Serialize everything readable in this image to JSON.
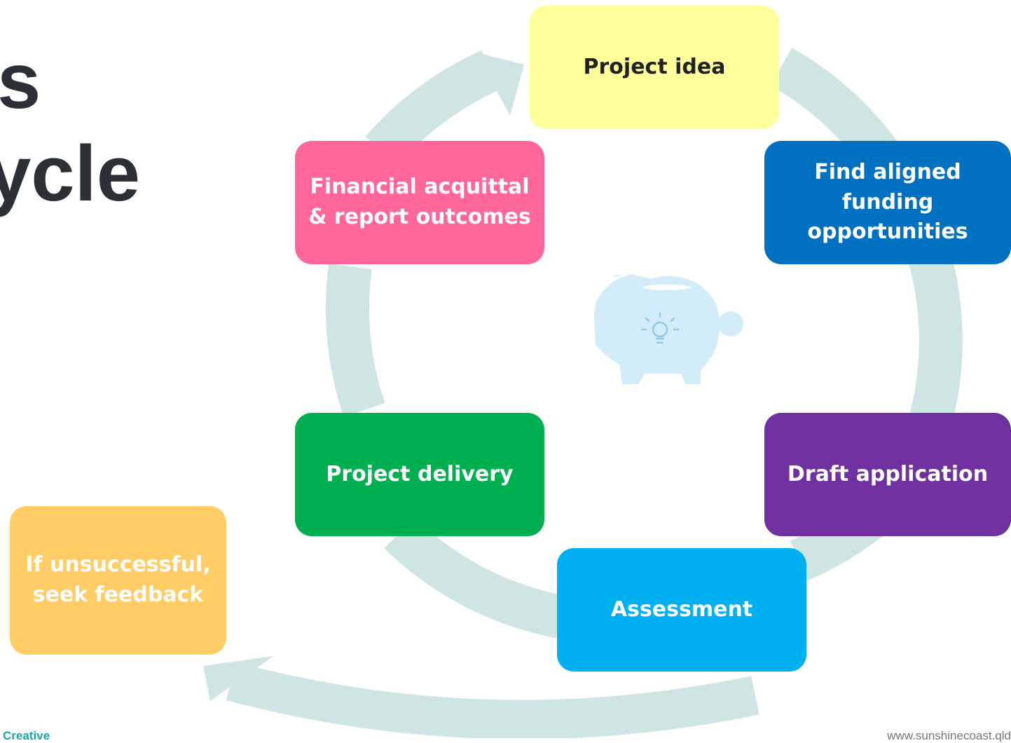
{
  "title": {
    "line1": "s",
    "line2": "ycle"
  },
  "steps": [
    {
      "id": "project-idea",
      "label": "Project idea",
      "color": "#FFFF99",
      "text_color": "#222222"
    },
    {
      "id": "find-funding",
      "label": "Find aligned\nfunding\nopportunities",
      "color": "#0070C0",
      "text_color": "#FFFFFF"
    },
    {
      "id": "draft-application",
      "label": "Draft application",
      "color": "#7030A0",
      "text_color": "#FFFFFF"
    },
    {
      "id": "assessment",
      "label": "Assessment",
      "color": "#00B0F0",
      "text_color": "#FFFFFF"
    },
    {
      "id": "project-delivery",
      "label": "Project delivery",
      "color": "#00B050",
      "text_color": "#FFFFFF"
    },
    {
      "id": "financial-acquittal",
      "label": "Financial acquittal\n& report outcomes",
      "color": "#FF6699",
      "text_color": "#FFFFFF"
    },
    {
      "id": "unsuccessful",
      "label": "If unsuccessful,\nseek feedback",
      "color": "#FFCC66",
      "text_color": "#FFFFFF"
    }
  ],
  "colors": {
    "cycle_arrow": "#CFE5E3",
    "piggy": "#D3ECFA",
    "bulb": "#8FCAF0"
  },
  "icons": {
    "center": "piggy-bank-lightbulb-icon"
  },
  "footer": {
    "left": "Creative",
    "right": "www.sunshinecoast.qld"
  }
}
